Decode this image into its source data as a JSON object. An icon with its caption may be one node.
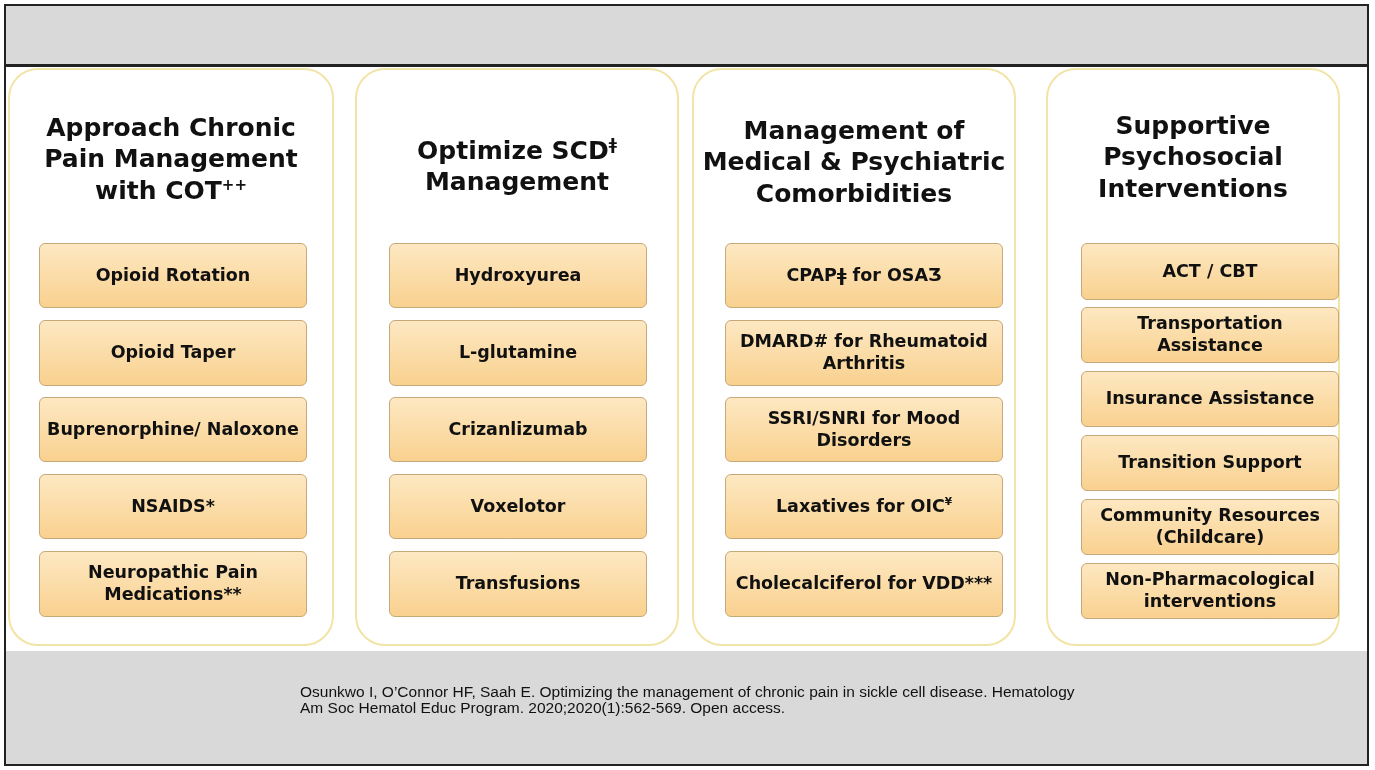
{
  "diagram": {
    "caption": "Osunkwo I, O’Connor HF, Saah E. Optimizing the management of chronic pain in sickle cell disease. Hematology Am Soc Hematol Educ Program. 2020;2020(1):562-569.  Open access.",
    "nodes": [
      {
        "text": [
          "Approach Chronic Pain Management with COT$^{++}$"
        ]
      },
      {
        "text": [
          "Opioid Rotation"
        ],
        "in": 0
      },
      {
        "text": [
          "Opioid Taper"
        ],
        "in": 0
      },
      {
        "text": [
          "Buprenorphine/ Naloxone"
        ],
        "in": 0
      },
      {
        "text": [
          "NSAIDS*"
        ],
        "in": 0
      },
      {
        "text": [
          "Neuropathic Pain Medications**"
        ],
        "in": 0
      },
      {
        "text": [
          "Optimize SCD$^{ǂ}$ Management"
        ]
      },
      {
        "text": [
          "Hydroxyurea"
        ],
        "in": 6
      },
      {
        "text": [
          "L-glutamine"
        ],
        "in": 6
      },
      {
        "text": [
          "Crizanlizumab"
        ],
        "in": 6
      },
      {
        "text": [
          "Voxelotor"
        ],
        "in": 6
      },
      {
        "text": [
          "Transfusions"
        ],
        "in": 6
      },
      {
        "text": [
          "Management of Medical & Psychiatric Comorbidities"
        ]
      },
      {
        "text": [
          "CPAPǂ for OSAƷ"
        ],
        "in": 12
      },
      {
        "text": [
          "DMARD# for Rheumatoid Arthritis"
        ],
        "in": 12
      },
      {
        "text": [
          "SSRI/SNRI for Mood Disorders"
        ],
        "in": 12
      },
      {
        "text": [
          "Laxatives for OIC$^{¥}$"
        ],
        "in": 12
      },
      {
        "text": [
          "Cholecalciferol for VDD***"
        ],
        "in": 12
      },
      {
        "text": [
          "Supportive Psychosocial Interventions"
        ]
      },
      {
        "text": [
          "ACT / CBT"
        ],
        "in": 18
      },
      {
        "text": [
          "Transportation Assistance"
        ],
        "in": 18
      },
      {
        "text": [
          "Insurance Assistance"
        ],
        "in": 18
      },
      {
        "text": [
          "Transition Support"
        ],
        "in": 18
      },
      {
        "text": [
          "Community Resources (Childcare)"
        ],
        "in": 18
      },
      {
        "text": [
          "Non-Pharmacological interventions"
        ],
        "in": 18
      }
    ]
  }
}
